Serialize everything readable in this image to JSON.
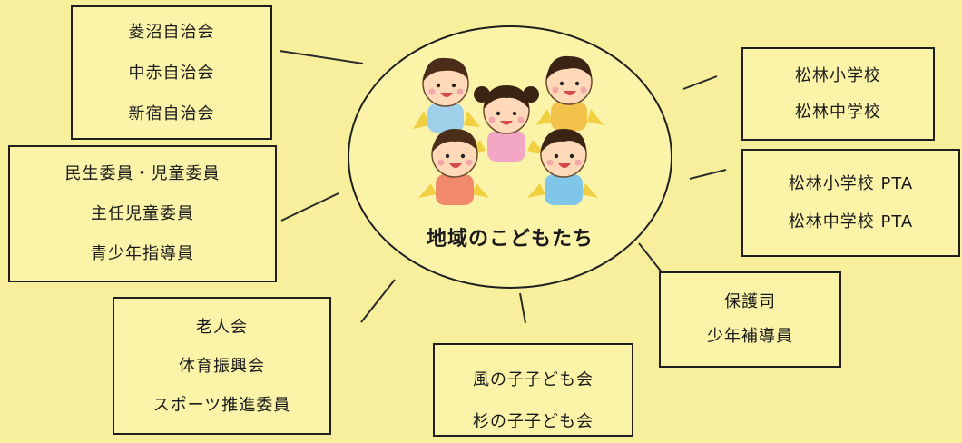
{
  "center": {
    "label": "地域のこどもたち"
  },
  "groups": {
    "residents": [
      "菱沼自治会",
      "中赤自治会",
      "新宿自治会"
    ],
    "welfare": [
      "民生委員・児童委員",
      "主任児童委員",
      "青少年指導員"
    ],
    "elders": [
      "老人会",
      "体育振興会",
      "スポーツ推進委員"
    ],
    "kids_clubs": [
      "風の子子ども会",
      "杉の子子ども会"
    ],
    "protection": [
      "保護司",
      "少年補導員"
    ],
    "schools": [
      "松林小学校",
      "松林中学校"
    ],
    "pta": [
      "松林小学校 PTA",
      "松林中学校 PTA"
    ]
  }
}
